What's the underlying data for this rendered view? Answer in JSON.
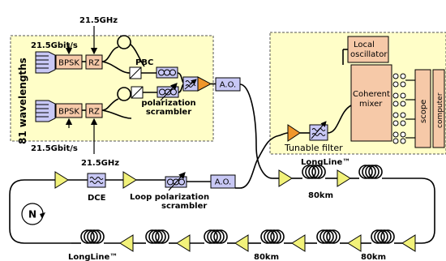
{
  "transmitter": {
    "rate_top": "21.5Gbit/s",
    "clock_top": "21.5GHz",
    "rate_bottom": "21.5Gbit/s",
    "clock_bottom": "21.5GHz",
    "bpsk_label": "BPSK",
    "rz_label": "RZ",
    "pbc_label": "PBC",
    "wavelengths_label": "81 wavelengths",
    "pol_scrambler_label_1": "polarization",
    "pol_scrambler_label_2": "scrambler",
    "ao_label": "A.O."
  },
  "receiver": {
    "local_osc_label_1": "Local",
    "local_osc_label_2": "oscillator",
    "coherent_mixer_label_1": "Coherent",
    "coherent_mixer_label_2": "mixer",
    "scope_label": "scope",
    "computer_label": "computer",
    "tunable_filter_label": "Tunable filter"
  },
  "loop": {
    "dce_label": "DCE",
    "loop_pol_label_1": "Loop polarization",
    "loop_pol_label_2": "scrambler",
    "ao_label": "A.O.",
    "n_label": "N",
    "longline_top": "LongLine™",
    "longline_bottom": "LongLine™",
    "span_top": "80km",
    "span_bottom_mid": "80km",
    "span_bottom_right": "80km"
  },
  "colors": {
    "panel_fill": "#fffec8",
    "box_fill": "#f6c9a8",
    "ao_fill": "#c8c8f5",
    "amp_fill": "#f2f27a",
    "amp_orange": "#f0962a"
  }
}
